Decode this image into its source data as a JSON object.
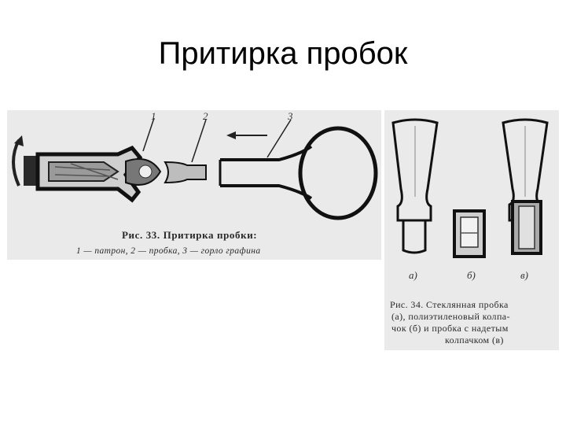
{
  "title": "Притирка пробок",
  "figure33": {
    "caption": "Рис. 33. Притирка пробки:",
    "legend": "1 — патрон, 2 — пробка, 3 — горло графина",
    "labels": [
      "1",
      "2",
      "3"
    ]
  },
  "figure34": {
    "caption_lines": [
      "Рис. 34. Стеклянная пробка",
      "(а), полиэтиленовый колпа-",
      "чок (б) и пробка с надетым",
      "колпачком (в)"
    ],
    "sub_labels": [
      "а)",
      "б)",
      "в)"
    ]
  }
}
